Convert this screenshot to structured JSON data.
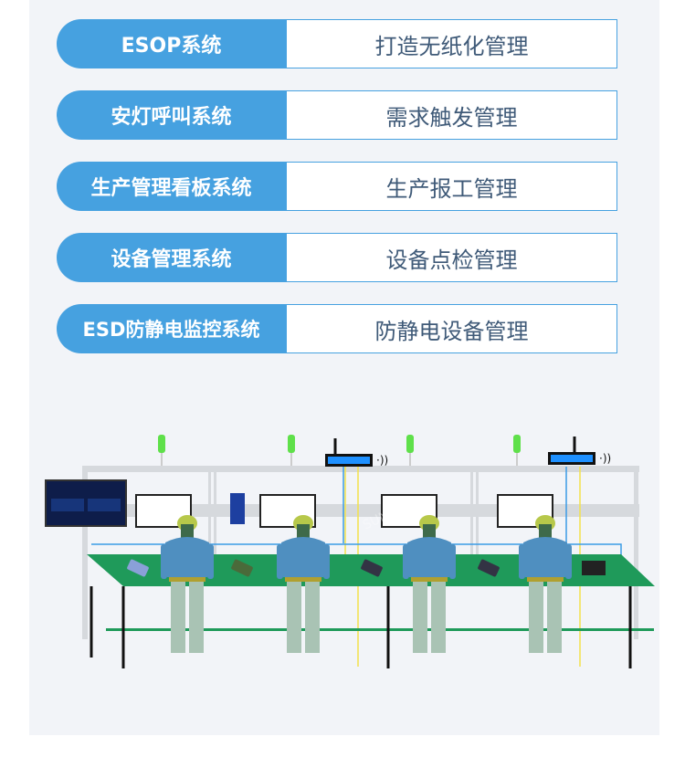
{
  "systems": [
    {
      "name": "ESOP系统",
      "desc": "打造无纸化管理"
    },
    {
      "name": "安灯呼叫系统",
      "desc": "需求触发管理"
    },
    {
      "name": "生产管理看板系统",
      "desc": "生产报工管理"
    },
    {
      "name": "设备管理系统",
      "desc": "设备点检管理"
    },
    {
      "name": "ESD防静电监控系统",
      "desc": "防静电设备管理"
    }
  ],
  "colors": {
    "accent": "#46a1e0",
    "desc_text": "#3f5a78",
    "panel_bg": "#f2f4f8",
    "bench_green": "#1f9a5a"
  },
  "illustration": {
    "watermark": "SUNPN"
  }
}
